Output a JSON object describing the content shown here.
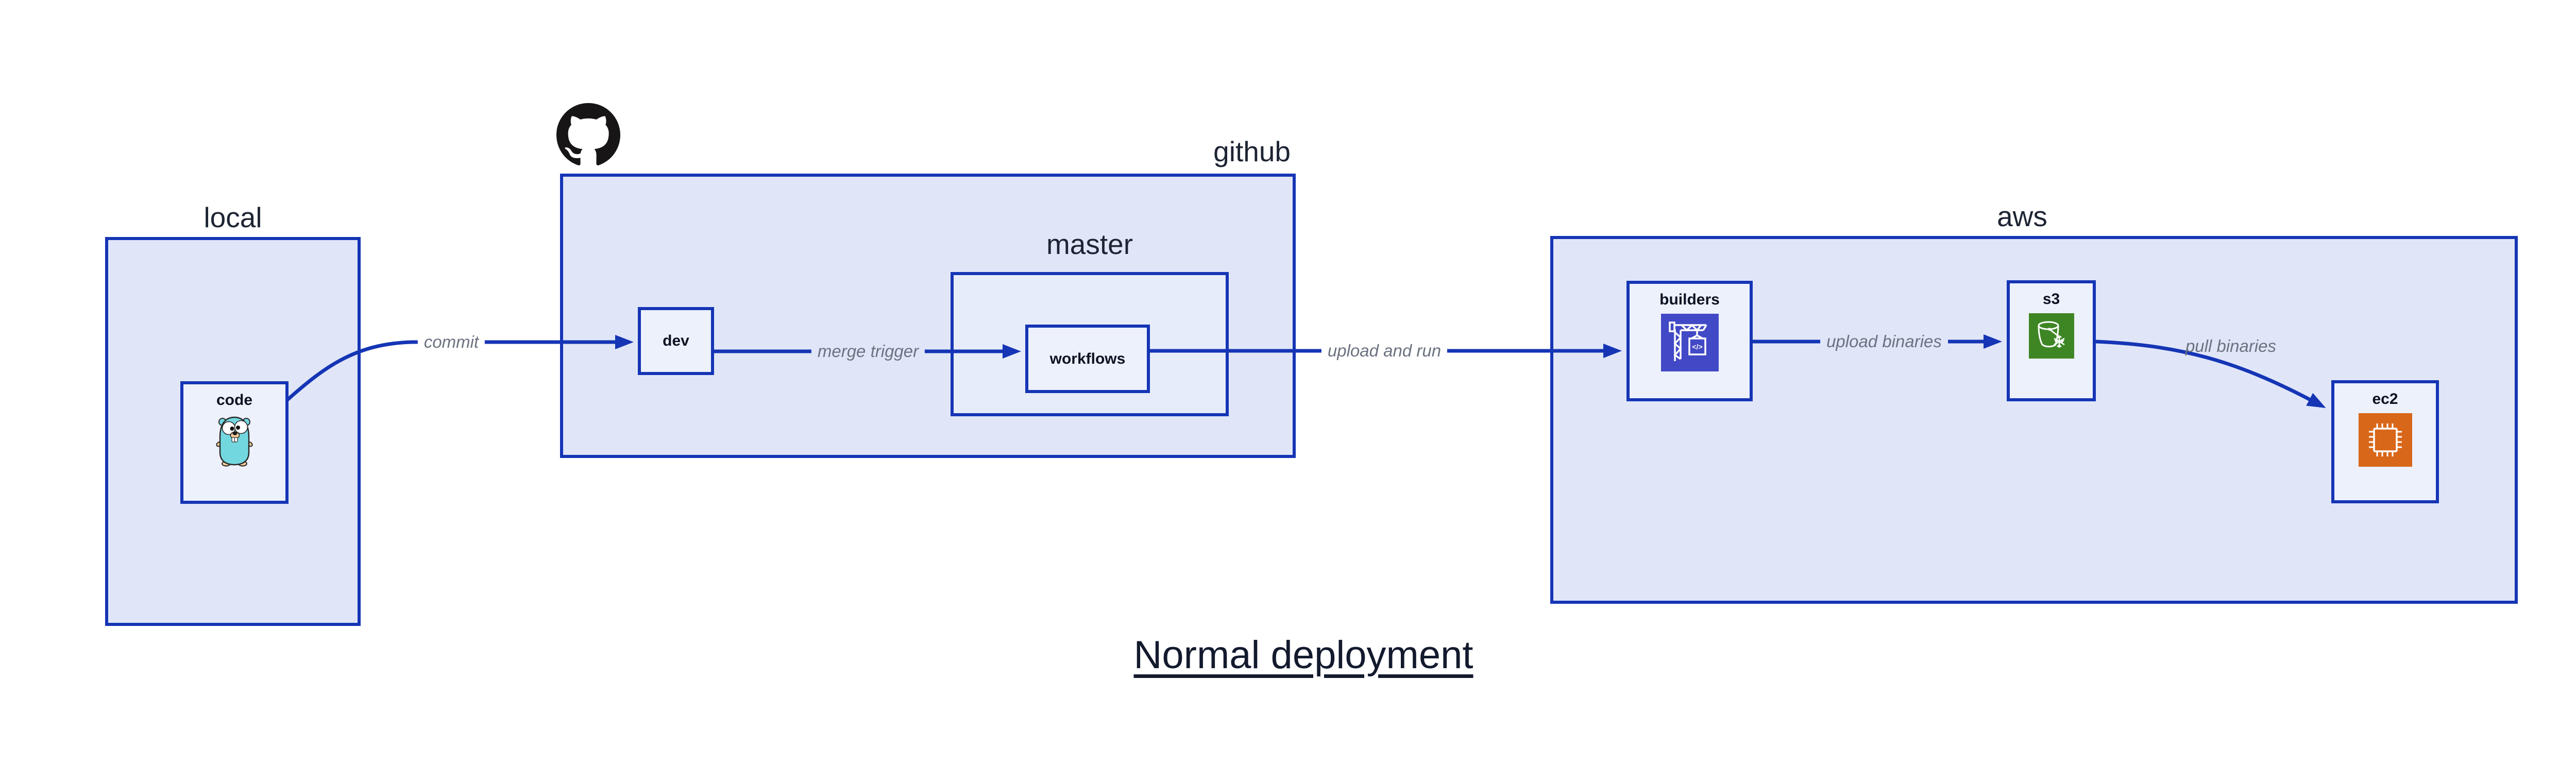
{
  "title": {
    "text": "Normal deployment"
  },
  "containers": {
    "local": {
      "label": "local"
    },
    "github": {
      "label": "github"
    },
    "master": {
      "label": "master"
    },
    "aws": {
      "label": "aws"
    }
  },
  "nodes": {
    "code": {
      "label": "code",
      "icon": "go-gopher-icon"
    },
    "dev": {
      "label": "dev"
    },
    "workflows": {
      "label": "workflows"
    },
    "builders": {
      "label": "builders",
      "icon": "aws-codebuild-icon",
      "icon_glyph": "</>"
    },
    "s3": {
      "label": "s3",
      "icon": "aws-s3-glacier-icon"
    },
    "ec2": {
      "label": "ec2",
      "icon": "aws-ec2-icon"
    }
  },
  "edges": [
    {
      "from": "code",
      "to": "dev",
      "label": "commit"
    },
    {
      "from": "dev",
      "to": "workflows",
      "label": "merge trigger"
    },
    {
      "from": "workflows",
      "to": "builders",
      "label": "upload and run"
    },
    {
      "from": "builders",
      "to": "s3",
      "label": "upload binaries"
    },
    {
      "from": "s3",
      "to": "ec2",
      "label": "pull binaries"
    }
  ],
  "icons": {
    "github_logo": "github-octocat-mark"
  },
  "colors": {
    "stroke_blue": "#1535b5",
    "container_fill": "#e0e6f8",
    "node_fill": "#edf1fc",
    "label_dark": "#1d2433",
    "edge_label_gray": "#6b7280",
    "codebuild_indigo": "#4249c6",
    "s3_glacier_green": "#3e8624",
    "ec2_orange": "#d9671a",
    "gopher_teal": "#73d7df",
    "gopher_tan": "#f2cb98",
    "github_black": "#171515"
  }
}
